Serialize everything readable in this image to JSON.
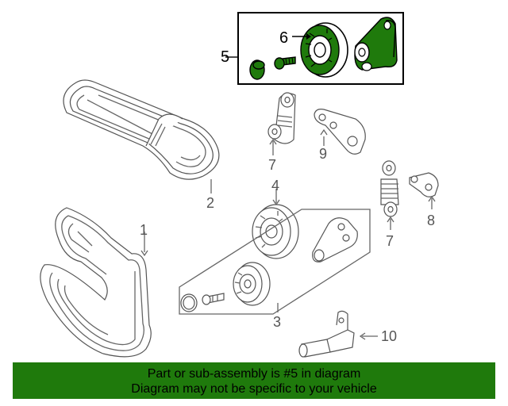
{
  "diagram": {
    "callouts": {
      "c1": "1",
      "c2": "2",
      "c3": "3",
      "c4": "4",
      "c5": "5",
      "c6": "6",
      "c7a": "7",
      "c7b": "7",
      "c8": "8",
      "c9": "9",
      "c10": "10"
    },
    "highlight_color": "#1f7a0c"
  },
  "banner": {
    "line1": "Part or sub-assembly is #5 in diagram",
    "line2": "Diagram may not be specific to your vehicle",
    "background": "#1f7a0c"
  }
}
